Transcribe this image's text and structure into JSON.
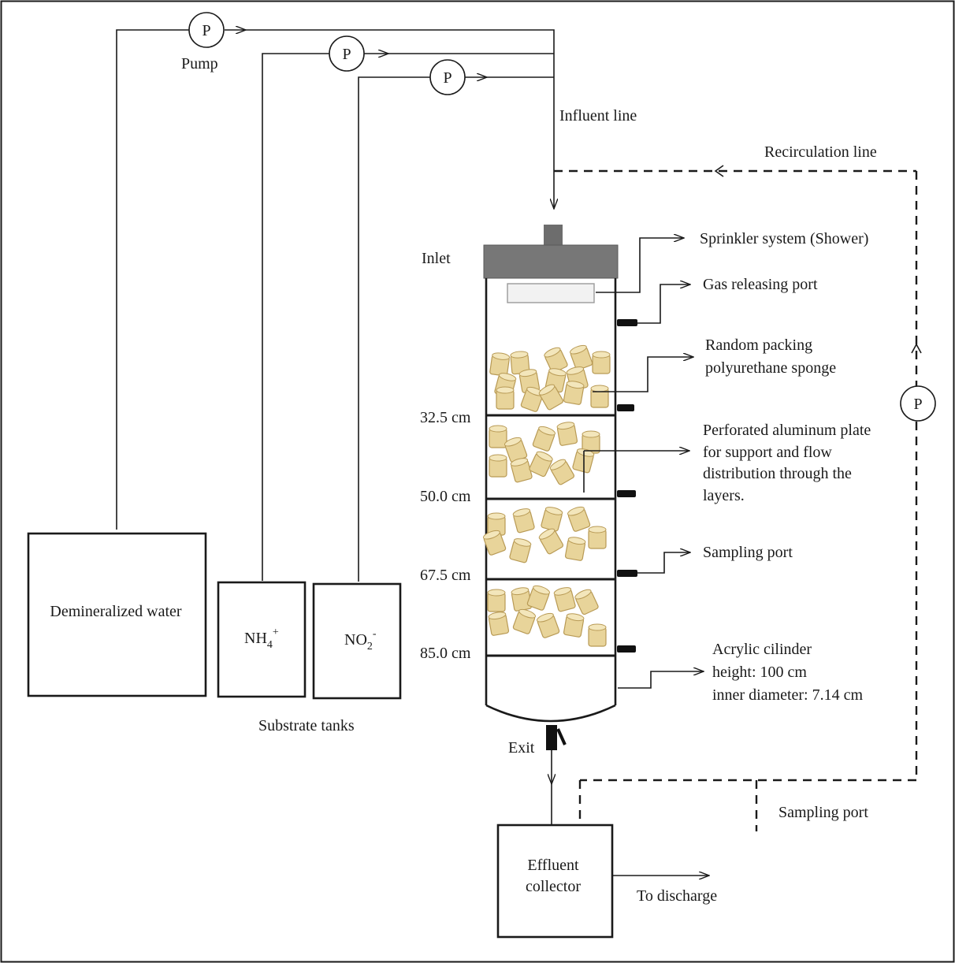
{
  "pump_symbol": "P",
  "labels": {
    "pump": "Pump",
    "influent_line": "Influent line",
    "recirculation_line": "Recirculation line",
    "inlet": "Inlet",
    "sprinkler": "Sprinkler system (Shower)",
    "gas_port": "Gas releasing port",
    "packing_1": "Random packing",
    "packing_2": "polyurethane sponge",
    "plate_1": "Perforated aluminum plate",
    "plate_2": "for support and flow",
    "plate_3": "distribution through the",
    "plate_4": "layers.",
    "sampling_port": "Sampling port",
    "cylinder_1": "Acrylic cilinder",
    "cylinder_2": "height: 100 cm",
    "cylinder_3": "inner diameter:  7.14 cm",
    "exit": "Exit",
    "sampling_port_2": "Sampling port",
    "to_discharge": "To discharge",
    "substrate_tanks": "Substrate tanks"
  },
  "tanks": {
    "water": "Demineralized water",
    "nh4_base": "NH",
    "nh4_sub": "4",
    "nh4_sup": "+",
    "no2_base": "NO",
    "no2_sub": "2",
    "no2_sup": "-"
  },
  "heights": [
    "32.5 cm",
    "50.0 cm",
    "67.5 cm",
    "85.0 cm"
  ],
  "effluent": {
    "line1": "Effluent",
    "line2": "collector"
  },
  "colors": {
    "lid": "#777777",
    "sponge": "#e8d49a",
    "line": "#1a1a1a"
  }
}
